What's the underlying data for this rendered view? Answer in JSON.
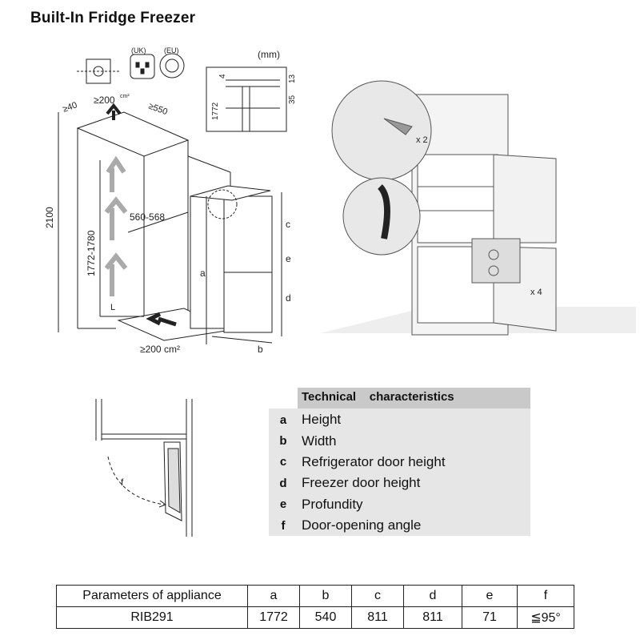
{
  "title": "Built-In Fridge Freezer",
  "diagram_labels": {
    "uk": "(UK)",
    "eu": "(EU)",
    "mm": "(mm)",
    "vent_top": "≥200",
    "vent_top_unit": "cm²",
    "d40": "≥40",
    "d550": "≥550",
    "d2100": "2100",
    "d1772_1780": "1772-1780",
    "d560_568": "560-568",
    "vent_bottom": "≥200 cm²",
    "L": "L",
    "a": "a",
    "b": "b",
    "c": "c",
    "d": "d",
    "e": "e",
    "f": "f",
    "d4": "4",
    "d13": "13",
    "d35": "35",
    "d1772": "1772",
    "x2": "x 2",
    "x4": "x 4"
  },
  "technical": {
    "header": "Technical    characteristics",
    "rows": [
      {
        "key": "a",
        "label": "Height"
      },
      {
        "key": "b",
        "label": "Width"
      },
      {
        "key": "c",
        "label": "Refrigerator door height"
      },
      {
        "key": "d",
        "label": "Freezer door height"
      },
      {
        "key": "e",
        "label": "Profundity"
      },
      {
        "key": "f",
        "label": "Door-opening angle"
      }
    ]
  },
  "parameters": {
    "headers": [
      "Parameters of appliance",
      "a",
      "b",
      "c",
      "d",
      "e",
      "f"
    ],
    "rows": [
      [
        "RIB291",
        "1772",
        "540",
        "811",
        "811",
        "71",
        "≦95°"
      ]
    ]
  }
}
